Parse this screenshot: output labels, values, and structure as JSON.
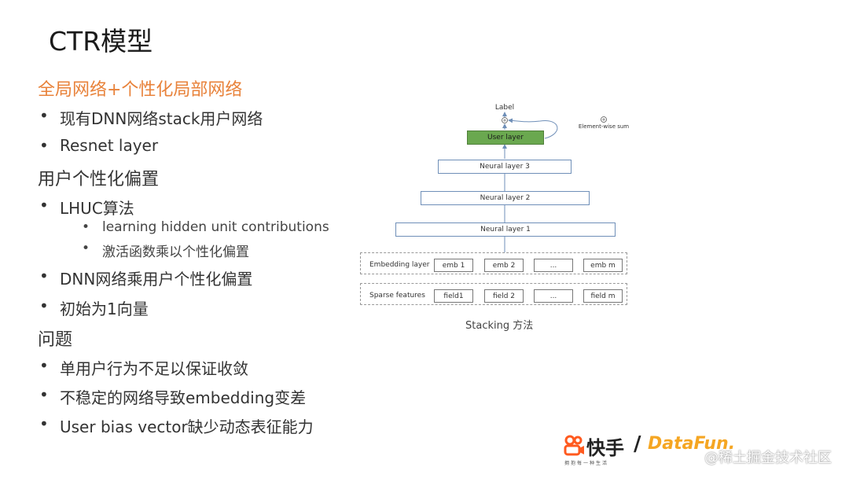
{
  "title": "CTR模型",
  "lines": [
    {
      "text": "全局网络+个性化局部网络",
      "kind": "heading-orange"
    },
    {
      "text": "现有DNN网络stack用户网络",
      "kind": "bullet"
    },
    {
      "text": "Resnet layer",
      "kind": "bullet"
    },
    {
      "text": "用户个性化偏置",
      "kind": "heading"
    },
    {
      "text": "LHUC算法",
      "kind": "bullet"
    },
    {
      "text": "learning hidden unit contributions",
      "kind": "sub-bullet"
    },
    {
      "text": "激活函数乘以个性化偏置",
      "kind": "sub-bullet"
    },
    {
      "text": "DNN网络乘用户个性化偏置",
      "kind": "bullet"
    },
    {
      "text": "初始为1向量",
      "kind": "bullet"
    },
    {
      "text": "问题",
      "kind": "heading"
    },
    {
      "text": "单用户行为不足以保证收敛",
      "kind": "bullet"
    },
    {
      "text": "不稳定的网络导致embedding变差",
      "kind": "bullet"
    },
    {
      "text": "User bias vector缺少动态表征能力",
      "kind": "bullet"
    }
  ],
  "diagram": {
    "label": "Label",
    "legend": "Element-wise sum",
    "user_layer": "User layer",
    "neural_layer_3": "Neural layer 3",
    "neural_layer_2": "Neural layer 2",
    "neural_layer_1": "Neural layer 1",
    "embedding_row": {
      "label": "Embedding layer",
      "cells": [
        "emb 1",
        "emb 2",
        "...",
        "emb m"
      ]
    },
    "sparse_row": {
      "label": "Sparse features",
      "cells": [
        "field1",
        "field 2",
        "...",
        "field m"
      ]
    },
    "caption": "Stacking 方法"
  },
  "footer": {
    "kuaishou": "快手",
    "kuaishou_sub": "拥抱每一种生活",
    "slash": "/",
    "datafun": "DataFun.",
    "watermark": "@稀土掘金技术社区"
  },
  "colors": {
    "accent_orange": "#e8823a",
    "user_layer_green": "#6aa84f",
    "box_border": "#6f8fb8",
    "datafun_orange": "#f5a623"
  }
}
